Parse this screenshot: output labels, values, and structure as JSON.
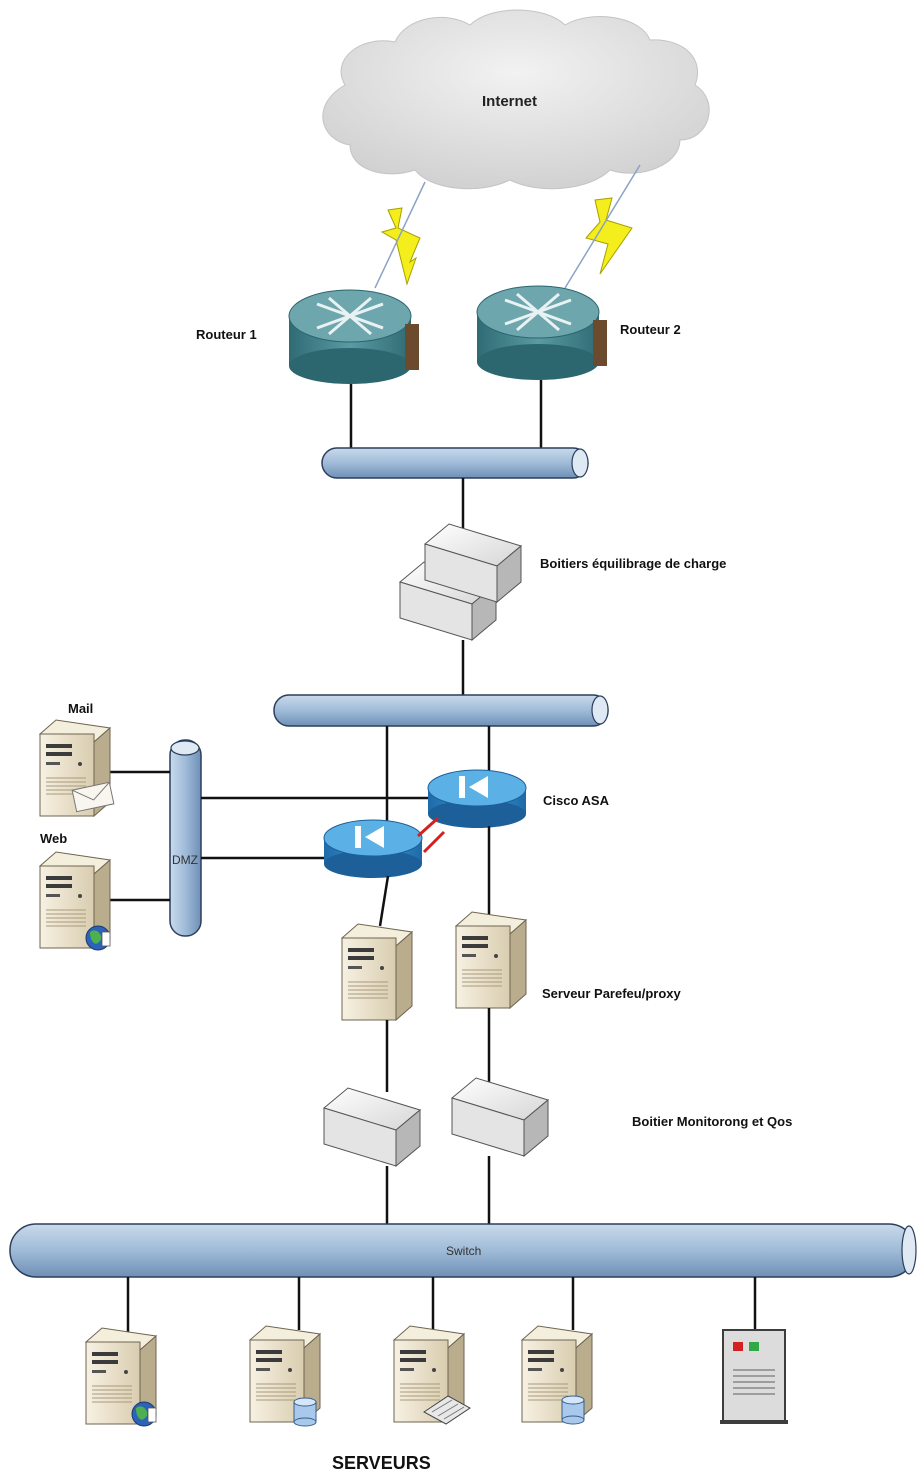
{
  "labels": {
    "internet": "Internet",
    "router1": "Routeur 1",
    "router2": "Routeur 2",
    "load_balancers": "Boitiers équilibrage de charge",
    "mail": "Mail",
    "web": "Web",
    "dmz": "DMZ",
    "cisco_asa": "Cisco ASA",
    "firewall_proxy": "Serveur Parefeu/proxy",
    "monitoring_qos": "Boitier Monitorong et Qos",
    "switch": "Switch",
    "servers": "SERVEURS"
  },
  "colors": {
    "bus_fill": "#9fbbd8",
    "bus_stroke": "#2b3f5c",
    "router_fill": "#4a8a92",
    "asa_fill": "#2f8fd0",
    "lightning": "#f3ee1c",
    "server_body": "#ece3cc",
    "red_link": "#d42020"
  },
  "icons": [
    "cloud-icon",
    "lightning-icon",
    "router-icon",
    "appliance-icon",
    "server-icon",
    "firewall-asa-icon",
    "globe-icon",
    "database-icon",
    "keyboard-icon",
    "rack-unit-icon"
  ]
}
